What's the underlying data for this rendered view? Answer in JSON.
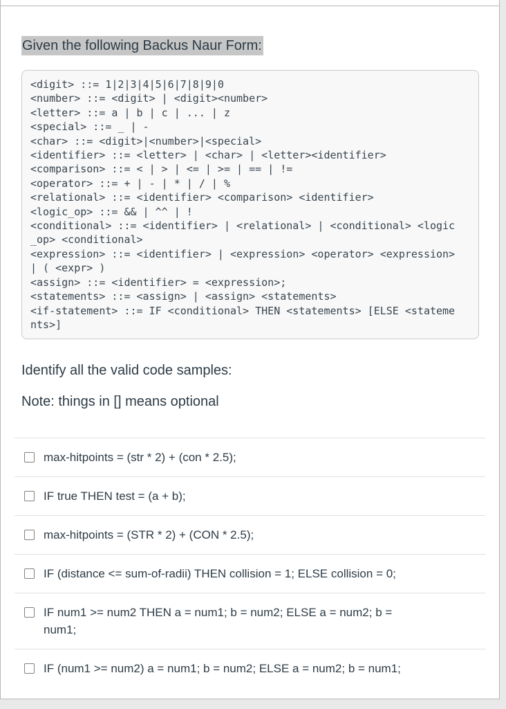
{
  "page": {
    "background_color": "#e9e9e9",
    "card_border_color": "#b7b7b7"
  },
  "question": {
    "title": "Given the following Backus Naur Form:",
    "title_highlight_color": "#c6c6c6",
    "code_block": {
      "background_color": "#f8f8f8",
      "border_color": "#c7cdd1",
      "text_color": "#37444e",
      "text": "<digit> ::= 1|2|3|4|5|6|7|8|9|0\n<number> ::= <digit> | <digit><number>\n<letter> ::= a | b | c | ... | z\n<special> ::= _ | -\n<char> ::= <digit>|<number>|<special>\n<identifier> ::= <letter> | <char> | <letter><identifier>\n<comparison> ::= < | > | <= | >= | == | !=\n<operator> ::= + | - | * | / | %\n<relational> ::= <identifier> <comparison> <identifier>\n<logic_op> ::= && | ^^ | !\n<conditional> ::= <identifier> | <relational> | <conditional> <logic\n_op> <conditional>\n<expression> ::= <identifier> | <expression> <operator> <expression>\n| ( <expr> )\n<assign> ::= <identifier> = <expression>;\n<statements> ::= <assign> | <assign> <statements>\n<if-statement> ::= IF <conditional> THEN <statements> [ELSE <stateme\nnts>]"
    },
    "prompt": "Identify all the valid code samples:",
    "note": "Note: things in [] means optional",
    "options": [
      {
        "label": "max-hitpoints = (str * 2) + (con * 2.5);",
        "checked": false
      },
      {
        "label": "IF true THEN test = (a + b);",
        "checked": false
      },
      {
        "label": "max-hitpoints = (STR * 2) + (CON * 2.5);",
        "checked": false
      },
      {
        "label": "IF (distance <= sum-of-radii) THEN collision = 1; ELSE collision = 0;",
        "checked": false
      },
      {
        "label": "IF num1 >= num2 THEN a = num1; b = num2; ELSE a = num2; b =\nnum1;",
        "checked": false
      },
      {
        "label": "IF (num1 >= num2) a = num1; b = num2; ELSE a = num2; b = num1;",
        "checked": false
      }
    ]
  }
}
